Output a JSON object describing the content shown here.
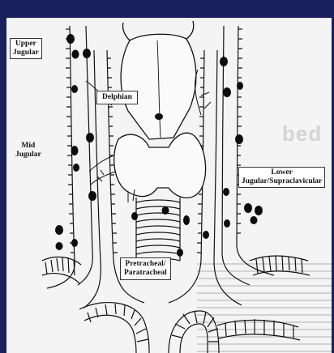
{
  "labels": {
    "upper_jugular": [
      "Upper",
      "Jugular"
    ],
    "delphian": "Delphian",
    "mid_jugular": [
      "Mid",
      "Jugular"
    ],
    "lower_jugular": [
      "Lower",
      "Jugular/Supraclavicular"
    ],
    "pretracheal": [
      "Pretracheal/",
      "Paratracheal"
    ]
  },
  "background": {
    "partial_word": "bed"
  },
  "colors": {
    "frame": "#1a1f5e",
    "panel": "#f4f4f4",
    "ink": "#111111",
    "node": "#0d0d0d"
  }
}
